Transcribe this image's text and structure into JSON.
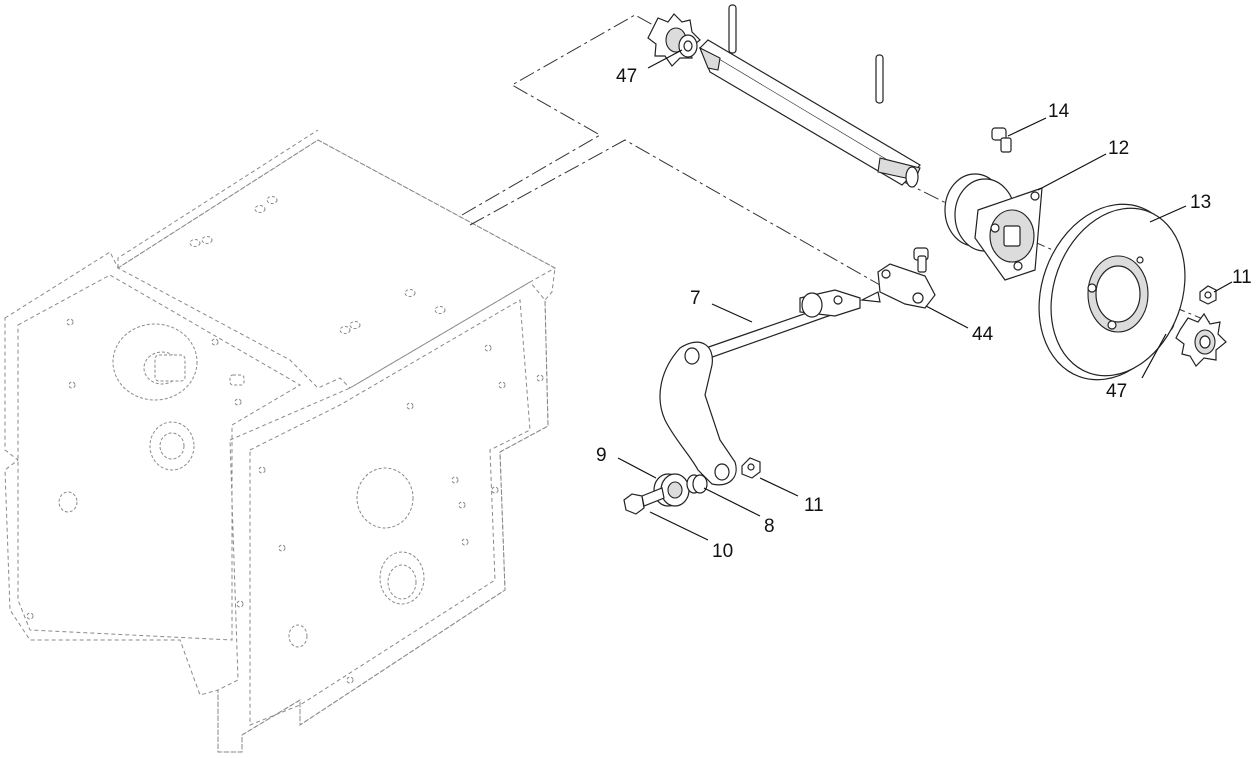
{
  "callouts": [
    {
      "id": "c47a",
      "text": "47"
    },
    {
      "id": "c14",
      "text": "14"
    },
    {
      "id": "c12",
      "text": "12"
    },
    {
      "id": "c13",
      "text": "13"
    },
    {
      "id": "c11a",
      "text": "11"
    },
    {
      "id": "c7",
      "text": "7"
    },
    {
      "id": "c44",
      "text": "44"
    },
    {
      "id": "c47b",
      "text": "47"
    },
    {
      "id": "c9",
      "text": "9"
    },
    {
      "id": "c11b",
      "text": "11"
    },
    {
      "id": "c8",
      "text": "8"
    },
    {
      "id": "c10",
      "text": "10"
    }
  ]
}
